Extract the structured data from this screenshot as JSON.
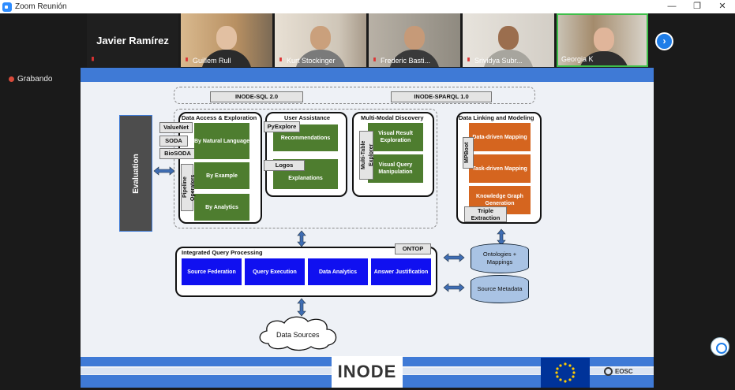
{
  "window": {
    "title": "Zoom Reunión",
    "controls": [
      "—",
      "❐",
      "✕"
    ]
  },
  "recording": {
    "label": "Grabando"
  },
  "speaker": {
    "name": "Javier Ramírez"
  },
  "participants": [
    {
      "name": "Guillem Rull",
      "muted": true,
      "active": false
    },
    {
      "name": "Kurt Stockinger",
      "muted": true,
      "active": false
    },
    {
      "name": "Frederic Basti...",
      "muted": true,
      "active": false
    },
    {
      "name": "Srividya Subr...",
      "muted": true,
      "active": false
    },
    {
      "name": "Georgia K",
      "muted": false,
      "active": true
    }
  ],
  "next_icon": "chevron-right-icon",
  "slide": {
    "top_labels": [
      "INODE-SQL 2.0",
      "INODE-SPARQL 1.0"
    ],
    "evaluation": "Evaluation",
    "data_access": {
      "title": "Data Access & Exploration",
      "tags": [
        "ValueNet",
        "SODA",
        "BioSODA"
      ],
      "pipeline": "Pipeline Operators",
      "items": [
        "By Natural Language",
        "By Example",
        "By Analytics"
      ]
    },
    "user_assistance": {
      "title": "User Assistance",
      "tags": [
        "PyExplore",
        "Logos"
      ],
      "items": [
        "Recommendations",
        "Explanations"
      ]
    },
    "multimodal": {
      "title": "Multi-Modal Discovery",
      "vertical": "Multi-Table Explorer",
      "items": [
        "Visual Result Exploration",
        "Visual Query Manipulation"
      ]
    },
    "linking": {
      "title": "Data Linking and Modeling",
      "vertical": "MPBoot",
      "items": [
        "Data-driven Mapping",
        "Task-driven Mapping",
        "Knowledge Graph Generation"
      ],
      "tag": "Triple Extraction"
    },
    "iqp": {
      "title": "Integrated Query Processing",
      "tag": "ONTOP",
      "items": [
        "Source Federation",
        "Query Execution",
        "Data Analytics",
        "Answer Justification"
      ]
    },
    "stores": [
      "Ontologies + Mappings",
      "Source Metadata"
    ],
    "sources": "Data Sources",
    "logo": "INODE",
    "eosc": "EOSC"
  }
}
